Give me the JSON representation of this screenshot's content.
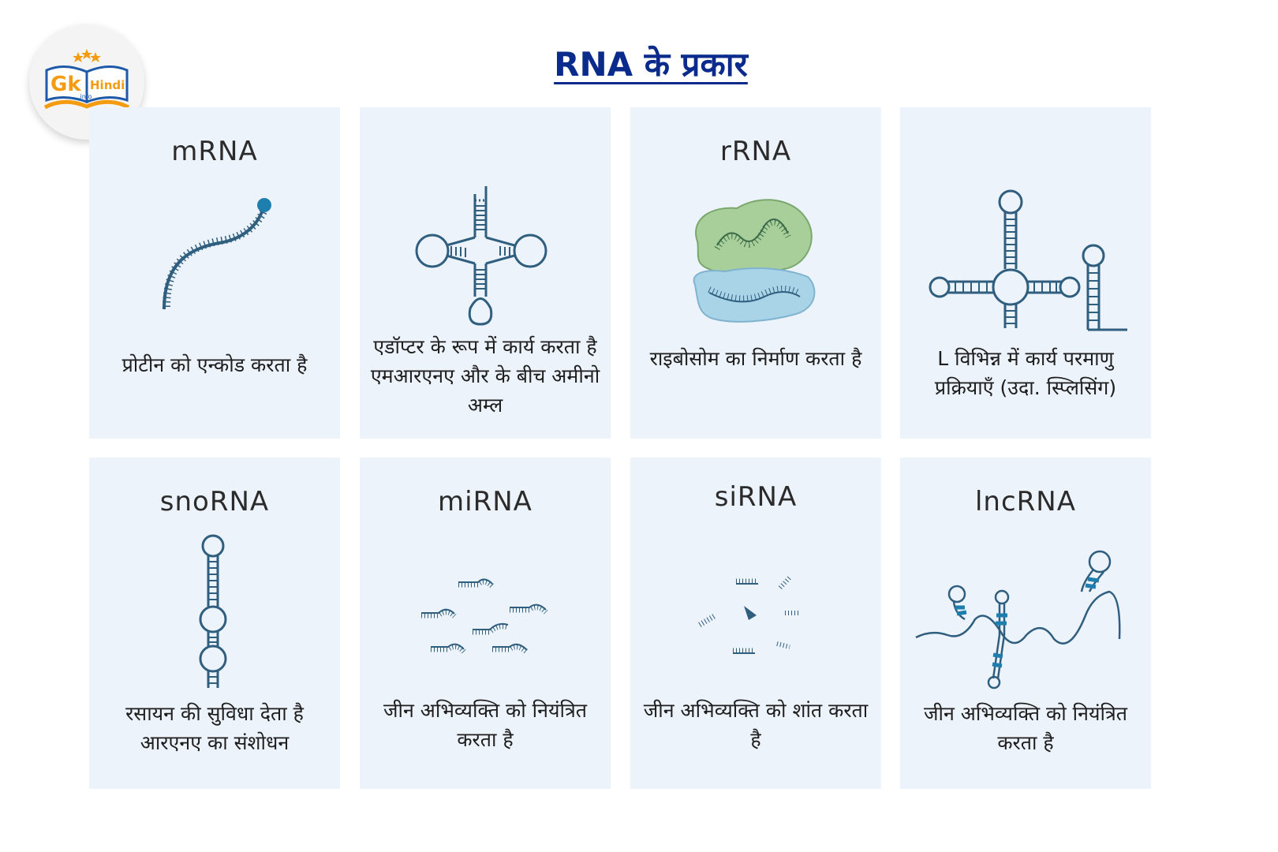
{
  "title": "RNA के प्रकार",
  "logo": {
    "word1": "Gk",
    "word2": "Hindi",
    "suffix": ".info"
  },
  "colors": {
    "title": "#0b2b8c",
    "card_bg": "#edf3fb",
    "strand": "#2f5e7e",
    "accent": "#1e7fae",
    "green": "#a8cf9a",
    "blue": "#a9d4e8",
    "logo_orange": "#f39c12",
    "logo_blue": "#1e5aa8"
  },
  "cards": [
    {
      "name": "mRNA",
      "desc": "प्रोटीन को एन्कोड करता है",
      "icon": "mrna-strand-icon"
    },
    {
      "name": "",
      "desc": "एडॉप्टर के रूप में कार्य करता है एमआरएनए और के बीच अमीनो अम्ल",
      "icon": "trna-cloverleaf-icon"
    },
    {
      "name": "rRNA",
      "desc": "राइबोसोम का निर्माण करता है",
      "icon": "ribosome-icon"
    },
    {
      "name": "",
      "desc": "L विभिन्न में कार्य परमाणु प्रक्रियाएँ (उदा. स्प्लिसिंग)",
      "icon": "snrna-structure-icon"
    },
    {
      "name": "snoRNA",
      "desc": "रसायन की सुविधा देता है आरएनए का संशोधन",
      "icon": "snorna-hairpin-icon"
    },
    {
      "name": "miRNA",
      "desc": "जीन अभिव्यक्ति को नियंत्रित करता है",
      "icon": "mirna-fragments-icon"
    },
    {
      "name": "siRNA",
      "desc": "जीन अभिव्यक्ति को शांत करता है",
      "icon": "sirna-fragments-icon"
    },
    {
      "name": "lncRNA",
      "desc": "जीन अभिव्यक्ति को नियंत्रित करता है",
      "icon": "lncrna-strand-icon"
    }
  ]
}
